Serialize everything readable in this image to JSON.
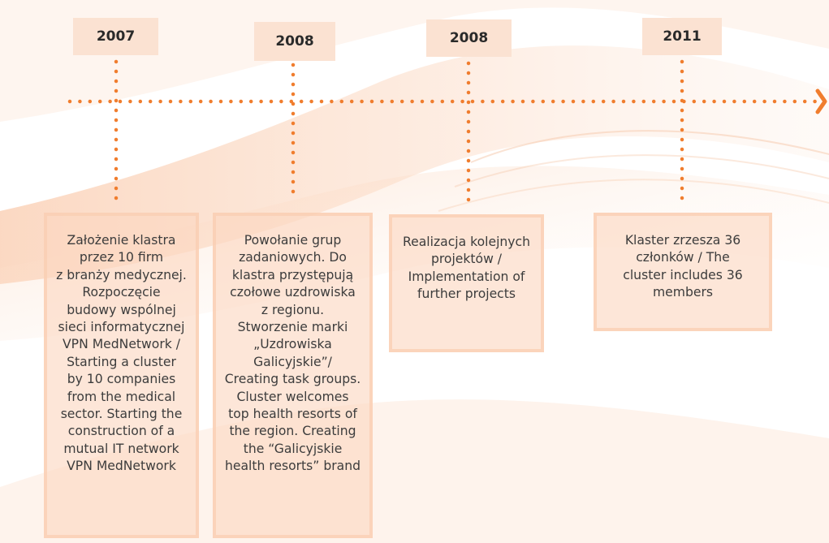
{
  "timeline": {
    "accent_color": "#f07d2e",
    "arrow_icon": "chevron-right-icon",
    "milestones": [
      {
        "year": "2007",
        "description": "Założenie klastra\nprzez 10 firm\nz branży medycznej.\nRozpoczęcie\nbudowy wspólnej\nsieci informatycznej\nVPN MedNetwork /\nStarting a cluster\nby 10 companies\nfrom the medical\nsector. Starting the\nconstruction of a\nmutual IT network\nVPN MedNetwork"
      },
      {
        "year": "2008",
        "description": "Powołanie grup\nzadaniowych. Do\nklastra przystępują\nczołowe uzdrowiska\nz regionu.\nStworzenie marki\n„Uzdrowiska\nGalicyjskie”/\nCreating task groups.\nCluster welcomes\ntop health resorts of\nthe region. Creating\nthe “Galicyjskie\nhealth resorts” brand"
      },
      {
        "year": "2008",
        "description": "Realizacja kolejnych\nprojektów /\nImplementation of\nfurther projects"
      },
      {
        "year": "2011",
        "description": "Klaster zrzesza 36\nczłonków / The\ncluster includes 36\nmembers"
      }
    ]
  }
}
